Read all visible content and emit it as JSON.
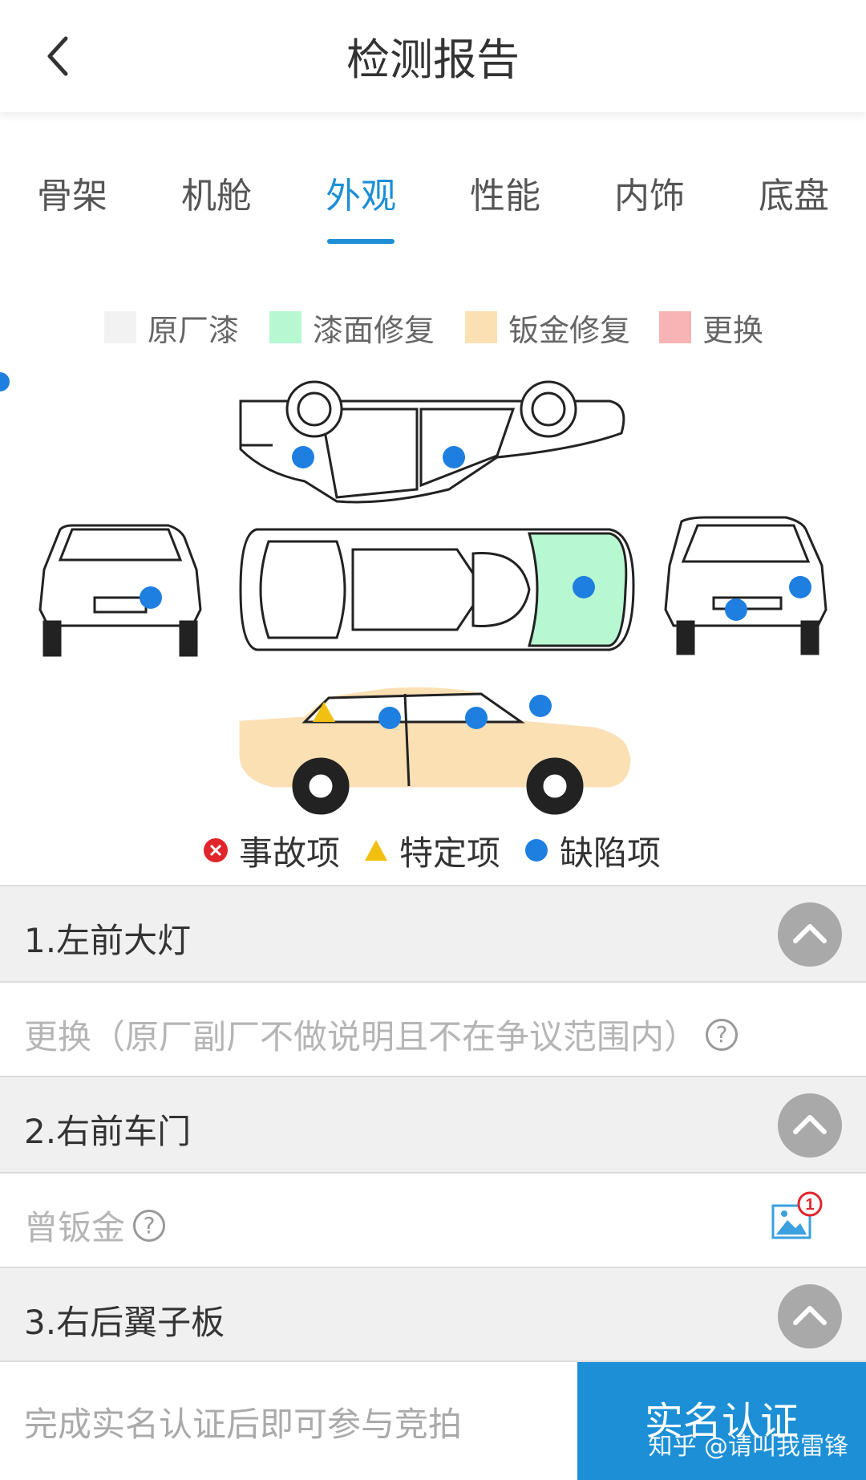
{
  "header": {
    "title": "检测报告",
    "back_icon": "chevron-left-icon"
  },
  "tabs": [
    {
      "label": "骨架",
      "active": false
    },
    {
      "label": "机舱",
      "active": false
    },
    {
      "label": "外观",
      "active": true
    },
    {
      "label": "性能",
      "active": false
    },
    {
      "label": "内饰",
      "active": false
    },
    {
      "label": "底盘",
      "active": false
    }
  ],
  "legend": [
    {
      "label": "原厂漆",
      "color": "#f2f2f2"
    },
    {
      "label": "漆面修复",
      "color": "#b7f7d2"
    },
    {
      "label": "钣金修复",
      "color": "#fbe0b4"
    },
    {
      "label": "更换",
      "color": "#f8b4b4"
    }
  ],
  "markers": [
    {
      "label": "事故项",
      "icon": "error-x-icon",
      "color": "#e0262c"
    },
    {
      "label": "特定项",
      "icon": "warning-triangle-icon",
      "color": "#f2c010"
    },
    {
      "label": "缺陷项",
      "icon": "defect-dot-icon",
      "color": "#1e7fe0"
    }
  ],
  "items": [
    {
      "title": "1.左前大灯",
      "detail": "更换（原厂副厂不做说明且不在争议范围内）",
      "help": "?",
      "photo_count": null
    },
    {
      "title": "2.右前车门",
      "detail": "曾钣金",
      "help": "?",
      "photo_count": "1"
    },
    {
      "title": "3.右后翼子板"
    }
  ],
  "bottom": {
    "tip": "完成实名认证后即可参与竞拍",
    "button": "实名认证"
  },
  "watermark": "知乎 @请叫我雷锋"
}
